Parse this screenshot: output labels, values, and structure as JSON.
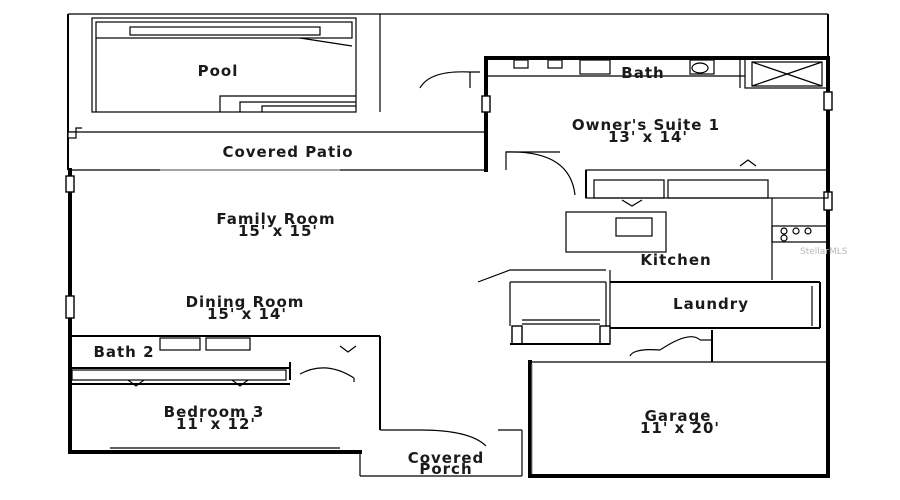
{
  "rooms": {
    "pool": {
      "name": "Pool",
      "size": ""
    },
    "bath_master": {
      "name": "Bath",
      "size": ""
    },
    "owners_suite": {
      "name": "Owner's Suite 1",
      "size": "13' x 14'"
    },
    "covered_patio": {
      "name": "Covered Patio",
      "size": ""
    },
    "family_room": {
      "name": "Family Room",
      "size": "15' x 15'"
    },
    "kitchen": {
      "name": "Kitchen",
      "size": ""
    },
    "dining_room": {
      "name": "Dining Room",
      "size": "15' x 14'"
    },
    "laundry": {
      "name": "Laundry",
      "size": ""
    },
    "bath_2": {
      "name": "Bath 2",
      "size": ""
    },
    "bedroom_3": {
      "name": "Bedroom 3",
      "size": "11' x 12'"
    },
    "garage": {
      "name": "Garage",
      "size": "11' x 20'"
    },
    "covered_porch": {
      "name": "Covered Porch",
      "line1": "Covered",
      "line2": "Porch"
    }
  },
  "watermark": "StellarMLS"
}
